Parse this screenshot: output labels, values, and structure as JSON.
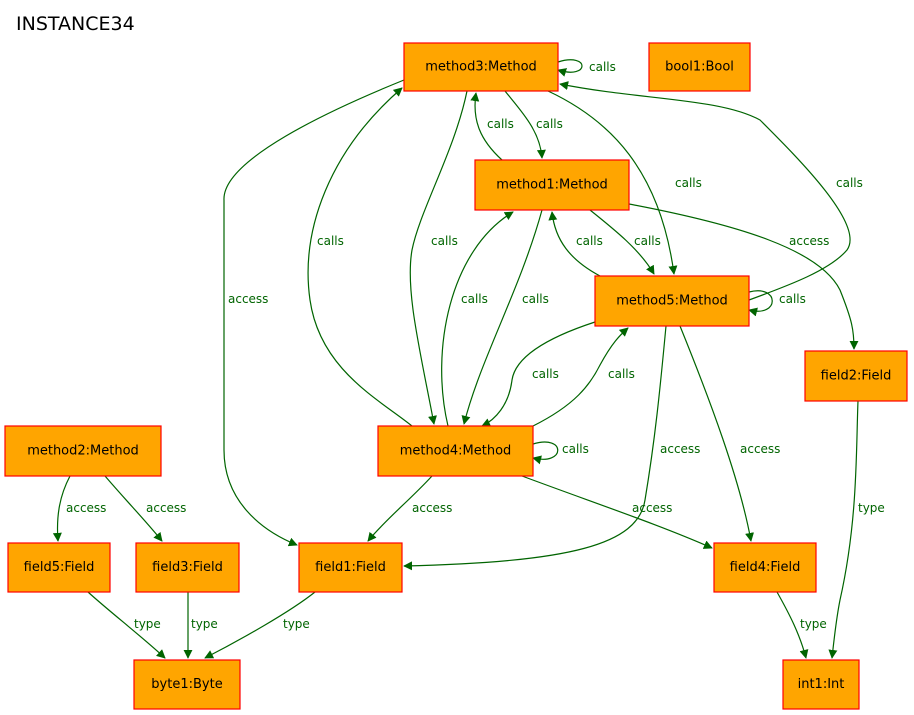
{
  "title": "INSTANCE34",
  "colors": {
    "node_fill": "#FFA500",
    "node_border": "#FF0000",
    "edge": "#006400",
    "edge_label": "#006400"
  },
  "nodes": [
    {
      "id": "method3",
      "label": "method3:Method"
    },
    {
      "id": "bool1",
      "label": "bool1:Bool"
    },
    {
      "id": "method1",
      "label": "method1:Method"
    },
    {
      "id": "method5",
      "label": "method5:Method"
    },
    {
      "id": "field2",
      "label": "field2:Field"
    },
    {
      "id": "method2",
      "label": "method2:Method"
    },
    {
      "id": "method4",
      "label": "method4:Method"
    },
    {
      "id": "field5",
      "label": "field5:Field"
    },
    {
      "id": "field3",
      "label": "field3:Field"
    },
    {
      "id": "field1",
      "label": "field1:Field"
    },
    {
      "id": "field4",
      "label": "field4:Field"
    },
    {
      "id": "byte1",
      "label": "byte1:Byte"
    },
    {
      "id": "int1",
      "label": "int1:Int"
    }
  ],
  "edges": [
    {
      "from": "method3",
      "to": "method3",
      "label": "calls"
    },
    {
      "from": "method3",
      "to": "method1",
      "label": "calls"
    },
    {
      "from": "method1",
      "to": "method3",
      "label": "calls"
    },
    {
      "from": "method3",
      "to": "method5",
      "label": "calls"
    },
    {
      "from": "method5",
      "to": "method3",
      "label": "calls"
    },
    {
      "from": "method3",
      "to": "method4",
      "label": "calls"
    },
    {
      "from": "method4",
      "to": "method3",
      "label": "calls"
    },
    {
      "from": "method3",
      "to": "field1",
      "label": "access"
    },
    {
      "from": "method1",
      "to": "method5",
      "label": "calls"
    },
    {
      "from": "method5",
      "to": "method1",
      "label": "calls"
    },
    {
      "from": "method1",
      "to": "method4",
      "label": "calls"
    },
    {
      "from": "method4",
      "to": "method1",
      "label": "calls"
    },
    {
      "from": "method1",
      "to": "field2",
      "label": "access"
    },
    {
      "from": "method5",
      "to": "method5",
      "label": "calls"
    },
    {
      "from": "method5",
      "to": "method4",
      "label": "calls"
    },
    {
      "from": "method4",
      "to": "method5",
      "label": "calls"
    },
    {
      "from": "method5",
      "to": "field1",
      "label": "access"
    },
    {
      "from": "method5",
      "to": "field4",
      "label": "access"
    },
    {
      "from": "method4",
      "to": "method4",
      "label": "calls"
    },
    {
      "from": "method4",
      "to": "field1",
      "label": "access"
    },
    {
      "from": "method4",
      "to": "field4",
      "label": "access"
    },
    {
      "from": "method2",
      "to": "field5",
      "label": "access"
    },
    {
      "from": "method2",
      "to": "field3",
      "label": "access"
    },
    {
      "from": "field2",
      "to": "int1",
      "label": "type"
    },
    {
      "from": "field4",
      "to": "int1",
      "label": "type"
    },
    {
      "from": "field5",
      "to": "byte1",
      "label": "type"
    },
    {
      "from": "field3",
      "to": "byte1",
      "label": "type"
    },
    {
      "from": "field1",
      "to": "byte1",
      "label": "type"
    }
  ]
}
